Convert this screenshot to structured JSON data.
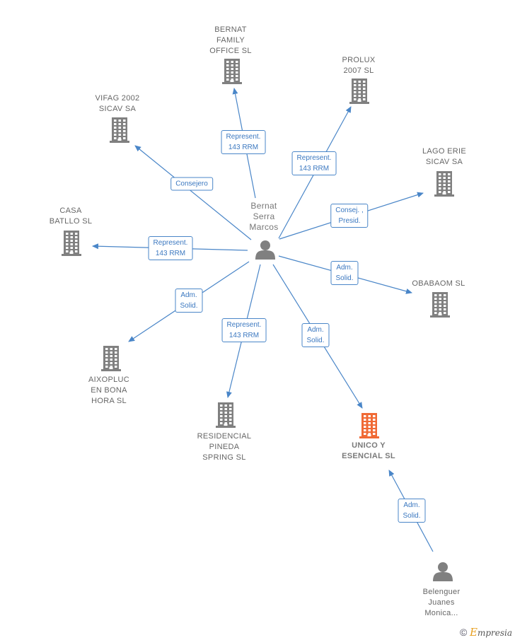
{
  "colors": {
    "edge": "#4a86c8",
    "building": "#808080",
    "building_highlight": "#f06a35",
    "person": "#808080"
  },
  "center_person": {
    "name": "Bernat\nSerra\nMarcos",
    "icon": "person-icon"
  },
  "companies": [
    {
      "id": "bernat_family",
      "name": "BERNAT\nFAMILY\nOFFICE SL",
      "icon": "building-icon"
    },
    {
      "id": "prolux",
      "name": "PROLUX\n2007 SL",
      "icon": "building-icon"
    },
    {
      "id": "vifag",
      "name": "VIFAG 2002\nSICAV SA",
      "icon": "building-icon"
    },
    {
      "id": "lago_erie",
      "name": "LAGO ERIE\nSICAV SA",
      "icon": "building-icon"
    },
    {
      "id": "casa_batllo",
      "name": "CASA\nBATLLO  SL",
      "icon": "building-icon"
    },
    {
      "id": "obabaom",
      "name": "OBABAOM  SL",
      "icon": "building-icon"
    },
    {
      "id": "aixopluc",
      "name": "AIXOPLUC\nEN BONA\nHORA  SL",
      "icon": "building-icon"
    },
    {
      "id": "residencial",
      "name": "RESIDENCIAL\nPINEDA\nSPRING SL",
      "icon": "building-icon"
    },
    {
      "id": "unico",
      "name": "UNICO Y\nESENCIAL  SL",
      "icon": "building-icon",
      "highlight": true
    }
  ],
  "other_person": {
    "id": "belenguer",
    "name": "Belenguer\nJuanes\nMonica...",
    "icon": "person-icon"
  },
  "relations": [
    {
      "from": "center",
      "to": "bernat_family",
      "label": "Represent.\n143 RRM"
    },
    {
      "from": "center",
      "to": "prolux",
      "label": "Represent.\n143 RRM"
    },
    {
      "from": "center",
      "to": "vifag",
      "label": "Consejero"
    },
    {
      "from": "center",
      "to": "lago_erie",
      "label": "Consej. ,\nPresid."
    },
    {
      "from": "center",
      "to": "casa_batllo",
      "label": "Represent.\n143 RRM"
    },
    {
      "from": "center",
      "to": "obabaom",
      "label": "Adm.\nSolid."
    },
    {
      "from": "center",
      "to": "aixopluc",
      "label": "Adm.\nSolid."
    },
    {
      "from": "center",
      "to": "residencial",
      "label": "Represent.\n143 RRM"
    },
    {
      "from": "center",
      "to": "unico",
      "label": "Adm.\nSolid."
    },
    {
      "from": "belenguer",
      "to": "unico",
      "label": "Adm.\nSolid."
    }
  ],
  "brand": {
    "copyright": "©",
    "initial": "E",
    "rest": "mpresia"
  }
}
